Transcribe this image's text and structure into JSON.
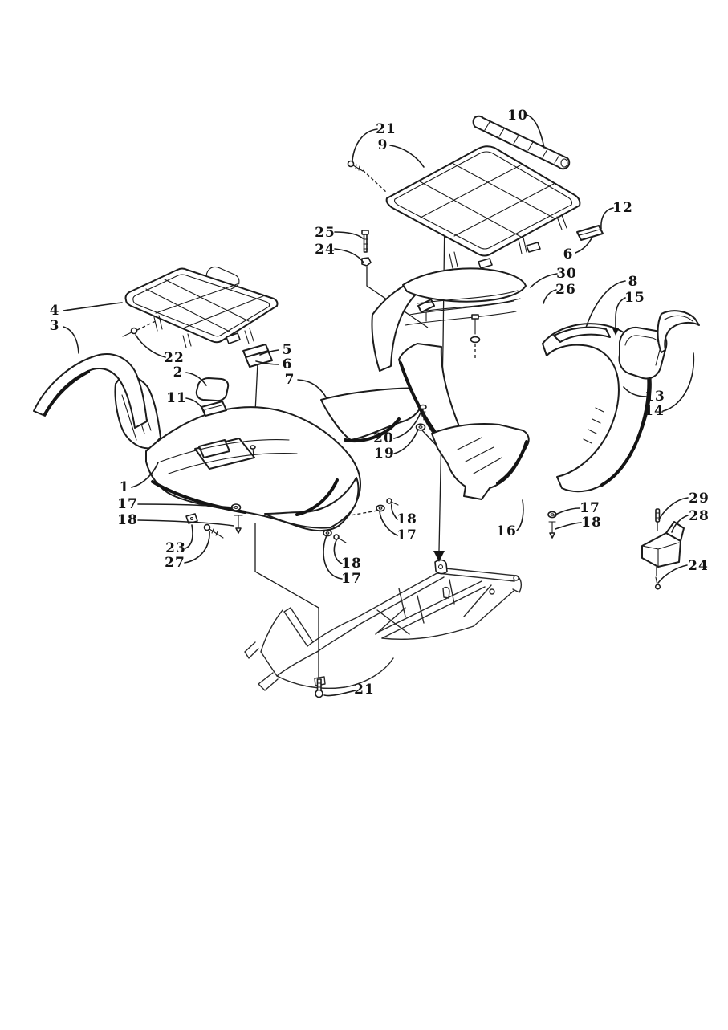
{
  "figure": {
    "type": "exploded-parts-diagram",
    "subject": "body panel, rack and frame assembly",
    "background_color": "#ffffff",
    "ink_color": "#1c1c1c"
  },
  "callouts": [
    {
      "label": "21"
    },
    {
      "label": "9"
    },
    {
      "label": "10"
    },
    {
      "label": "12"
    },
    {
      "label": "25"
    },
    {
      "label": "24"
    },
    {
      "label": "6"
    },
    {
      "label": "30"
    },
    {
      "label": "26"
    },
    {
      "label": "8"
    },
    {
      "label": "15"
    },
    {
      "label": "4"
    },
    {
      "label": "3"
    },
    {
      "label": "22"
    },
    {
      "label": "2"
    },
    {
      "label": "5"
    },
    {
      "label": "6"
    },
    {
      "label": "7"
    },
    {
      "label": "11"
    },
    {
      "label": "13"
    },
    {
      "label": "14"
    },
    {
      "label": "20"
    },
    {
      "label": "19"
    },
    {
      "label": "1"
    },
    {
      "label": "17"
    },
    {
      "label": "18"
    },
    {
      "label": "18"
    },
    {
      "label": "17"
    },
    {
      "label": "17"
    },
    {
      "label": "18"
    },
    {
      "label": "16"
    },
    {
      "label": "23"
    },
    {
      "label": "27"
    },
    {
      "label": "18"
    },
    {
      "label": "17"
    },
    {
      "label": "29"
    },
    {
      "label": "28"
    },
    {
      "label": "24"
    },
    {
      "label": "21"
    }
  ]
}
